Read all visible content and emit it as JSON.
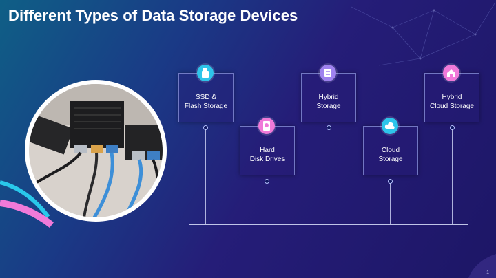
{
  "slide": {
    "title": "Different Types of Data Storage Devices",
    "page_number": "1"
  },
  "devices": [
    {
      "label": "SSD &\nFlash Storage",
      "icon": "usb-drive-icon",
      "color": "#2ec5ea"
    },
    {
      "label": "Hard\nDisk Drives",
      "icon": "hard-disk-icon",
      "color": "#f07ad9"
    },
    {
      "label": "Hybrid\nStorage",
      "icon": "hybrid-storage-icon",
      "color": "#9f82ef"
    },
    {
      "label": "Cloud\nStorage",
      "icon": "cloud-icon",
      "color": "#2ec5ea"
    },
    {
      "label": "Hybrid\nCloud Storage",
      "icon": "cloud-building-icon",
      "color": "#f07ad9"
    }
  ],
  "colors": {
    "accent_cyan": "#2ec5ea",
    "accent_pink": "#f07ad9",
    "accent_purple": "#9f82ef"
  }
}
